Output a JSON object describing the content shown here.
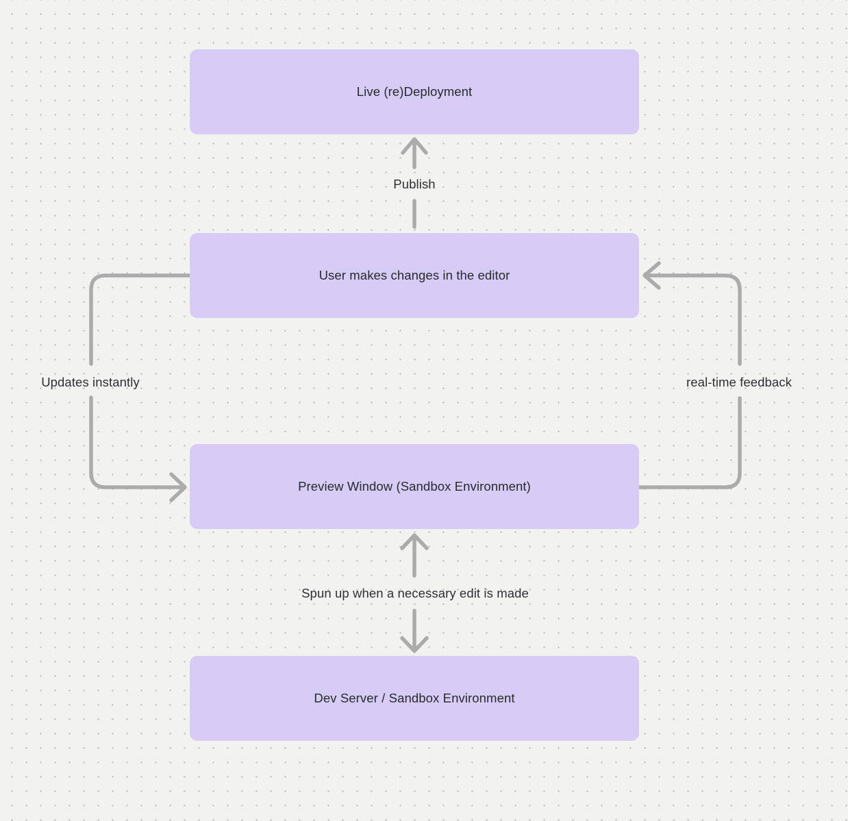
{
  "diagram": {
    "type": "flowchart",
    "nodes": [
      {
        "id": "live-deployment",
        "label": "Live (re)Deployment"
      },
      {
        "id": "editor",
        "label": "User makes changes in the editor"
      },
      {
        "id": "preview-window",
        "label": "Preview Window (Sandbox Environment)"
      },
      {
        "id": "dev-server",
        "label": "Dev Server / Sandbox Environment"
      }
    ],
    "edges": [
      {
        "id": "publish",
        "from": "editor",
        "to": "live-deployment",
        "label": "Publish"
      },
      {
        "id": "updates-instantly",
        "from": "editor",
        "to": "preview-window",
        "label": "Updates instantly"
      },
      {
        "id": "realtime-feedback",
        "from": "preview-window",
        "to": "editor",
        "label": "real-time feedback"
      },
      {
        "id": "spun-up",
        "from": "dev-server",
        "to": "preview-window",
        "label": "Spun up when a necessary edit is made",
        "bidirectional": true
      }
    ],
    "colors": {
      "node_fill": "#d7ccf5",
      "node_text": "#29292e",
      "edge_stroke": "#ababab",
      "edge_label_text": "#2e2e33",
      "background": "#f2f2f1",
      "grid_dot": "#c9c9c9"
    }
  }
}
